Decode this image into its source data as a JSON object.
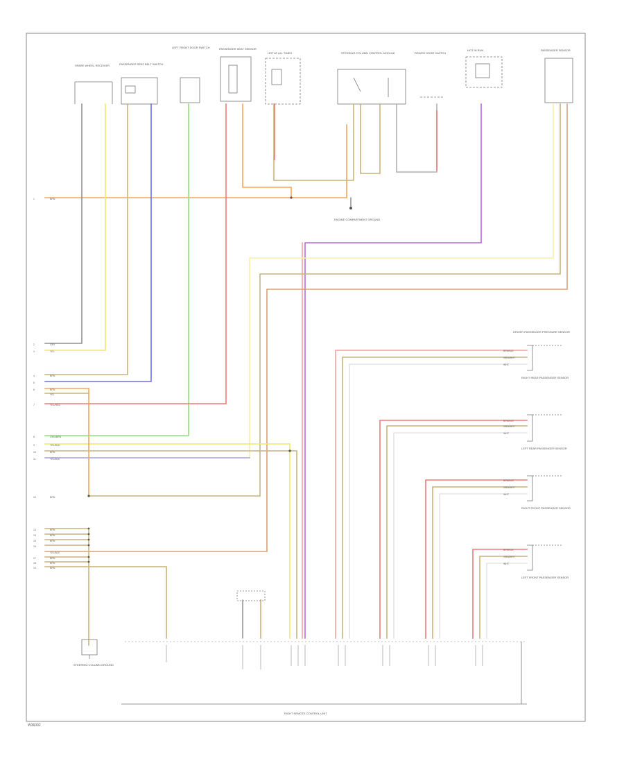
{
  "colors": {
    "frame": "#8a8a8a",
    "orange": "#f5a55a",
    "yellow": "#f2e96b",
    "blue": "#6d6df2",
    "green": "#8ee07a",
    "red": "#f07a7a",
    "pink": "#f4a0a0",
    "tan": "#c9b27a",
    "violet": "#b46ad8",
    "gray": "#8f8f8f",
    "lightyellow": "#f5f0a8"
  },
  "footer_id": "W36002",
  "modules_bottom_label": "RIGHT REMOTE CONTROL UNIT",
  "ground_label": "ENGINE COMPARTMENT GROUND",
  "left_ground_label": "STEERING COLUMN GROUND",
  "sensors": [
    {
      "title": "DRIVER PASSENGER PRESSURE SENSOR",
      "caption": "RIGHT REAR PASSENGER SENSOR",
      "pins": [
        "BRN/BLK",
        "GRN/WHT",
        "WHT"
      ]
    },
    {
      "title": "",
      "caption": "LEFT REAR PASSENGER SENSOR",
      "pins": [
        "BRN/BLK",
        "GRN/WHT",
        "WHT"
      ]
    },
    {
      "title": "",
      "caption": "RIGHT FRONT PASSENGER SENSOR",
      "pins": [
        "BRN/BLK",
        "GRN/WHT",
        "WHT"
      ]
    },
    {
      "title": "",
      "caption": "LEFT FRONT PASSENGER SENSOR",
      "pins": [
        "BRN/BLK",
        "GRN/WHT",
        "WHT"
      ]
    }
  ],
  "top_components": [
    "SPARE WHEEL RECEIVER",
    "PASSENGER SEAT BELT SWITCH",
    "LEFT FRONT DOOR SWITCH",
    "PASSENGER SEAT SENSOR",
    "HOT AT ALL TIMES",
    "STEERING COLUMN CONTROL MODULE",
    "DRIVER DOOR SWITCH",
    "HOT IN RUN",
    "PASSENGER SENSOR"
  ],
  "bus_wires": [
    "BRN",
    "GRY",
    "YEL",
    "BRN",
    "BRN",
    "YEL",
    "YEL/RED",
    "GRN/BRN",
    "YEL/BLK",
    "BRN",
    "YEL/BLK",
    "BRN",
    "BRN",
    "BRN",
    "BRN",
    "YEL/BLK",
    "BRN",
    "BRN",
    "BRN"
  ]
}
